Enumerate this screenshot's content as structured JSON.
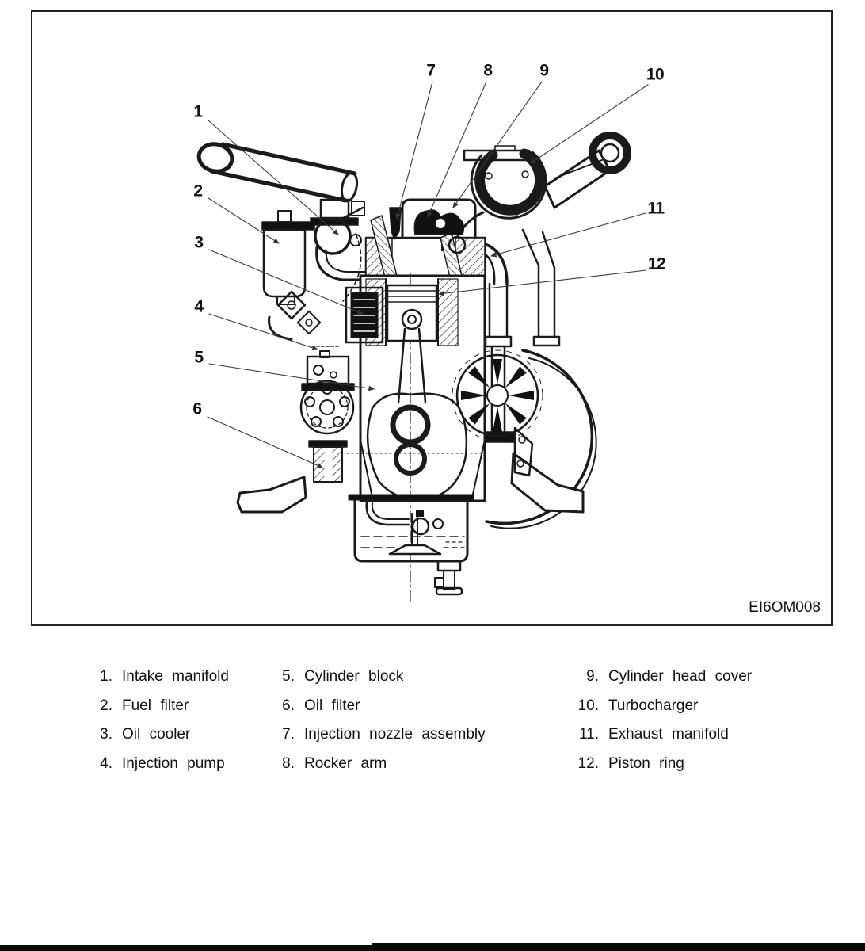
{
  "figure": {
    "code": "EI6OM008"
  },
  "callouts": [
    "1",
    "2",
    "3",
    "4",
    "5",
    "6",
    "7",
    "8",
    "9",
    "10",
    "11",
    "12"
  ],
  "legend": {
    "items": [
      {
        "num": "1.",
        "label": "Intake manifold"
      },
      {
        "num": "2.",
        "label": "Fuel filter"
      },
      {
        "num": "3.",
        "label": "Oil cooler"
      },
      {
        "num": "4.",
        "label": "Injection pump"
      },
      {
        "num": "5.",
        "label": "Cylinder block"
      },
      {
        "num": "6.",
        "label": "Oil filter"
      },
      {
        "num": "7.",
        "label": "Injection nozzle assembly"
      },
      {
        "num": "8.",
        "label": "Rocker arm"
      },
      {
        "num": "9.",
        "label": "Cylinder head cover"
      },
      {
        "num": "10.",
        "label": "Turbocharger"
      },
      {
        "num": "11.",
        "label": "Exhaust manifold"
      },
      {
        "num": "12.",
        "label": "Piston ring"
      }
    ]
  },
  "colors": {
    "ink": "#1a1a1a",
    "paper": "#ffffff"
  }
}
